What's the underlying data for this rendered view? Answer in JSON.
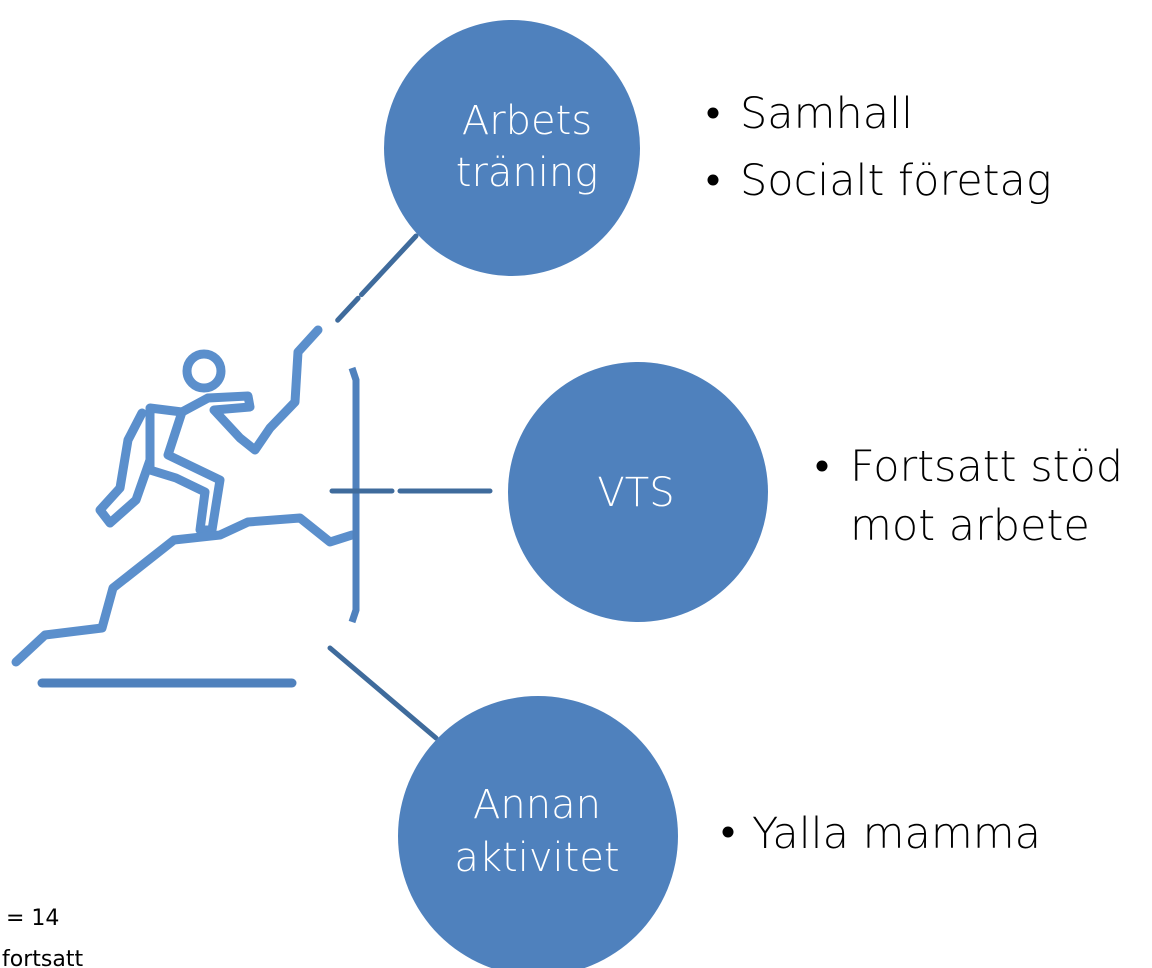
{
  "colors": {
    "circle": "#4f81bd",
    "line": "#3f6b9c",
    "icon": "#5b8fcc",
    "text": "#000000"
  },
  "icon": "climber-icon",
  "nodes": [
    {
      "id": "arbetstraning",
      "label_lines": [
        "Arbets",
        "träning"
      ],
      "bullets": [
        "Samhall",
        "Socialt företag"
      ]
    },
    {
      "id": "vts",
      "label_lines": [
        "VTS"
      ],
      "bullets": [
        [
          "Fortsatt stöd",
          "mot arbete"
        ]
      ]
    },
    {
      "id": "annan-aktivitet",
      "label_lines": [
        "Annan",
        "aktivitet"
      ],
      "bullets": [
        "Yalla mamma"
      ]
    }
  ],
  "footnote": {
    "line1": "= 14",
    "line2": "fortsatt"
  }
}
